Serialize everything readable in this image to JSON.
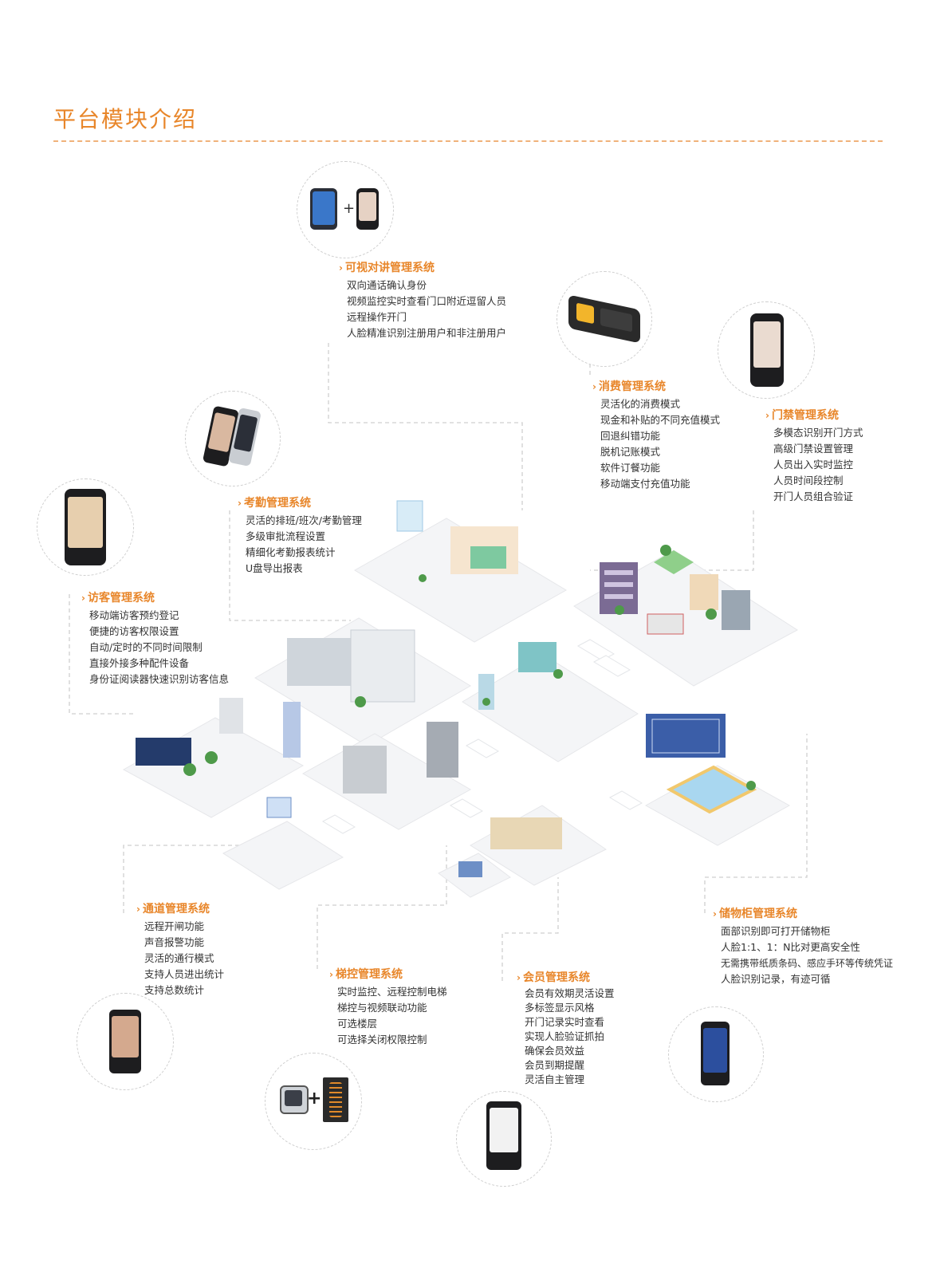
{
  "page": {
    "title": "平台模块介绍"
  },
  "colors": {
    "accent": "#e8862a",
    "text": "#333333",
    "dashed": "#cfcfcf",
    "platform": "#f3f4f6"
  },
  "modules": [
    {
      "id": "video-intercom",
      "title": "可视对讲管理系统",
      "items": [
        "双向通话确认身份",
        "视频监控实时查看门口附近逗留人员",
        "远程操作开门",
        "人脸精准识别注册用户和非注册用户"
      ]
    },
    {
      "id": "consumption",
      "title": "消费管理系统",
      "items": [
        "灵活化的消费模式",
        "现金和补贴的不同充值模式",
        "回退纠错功能",
        "脱机记账模式",
        "软件订餐功能",
        "移动端支付充值功能"
      ]
    },
    {
      "id": "access-control",
      "title": "门禁管理系统",
      "items": [
        "多模态识别开门方式",
        "高级门禁设置管理",
        "人员出入实时监控",
        "人员时间段控制",
        "开门人员组合验证"
      ]
    },
    {
      "id": "attendance",
      "title": "考勤管理系统",
      "items": [
        "灵活的排班/班次/考勤管理",
        "多级审批流程设置",
        "精细化考勤报表统计",
        "U盘导出报表"
      ]
    },
    {
      "id": "visitor",
      "title": "访客管理系统",
      "items": [
        "移动端访客预约登记",
        "便捷的访客权限设置",
        "自动/定时的不同时间限制",
        "直接外接多种配件设备",
        "身份证阅读器快速识别访客信息"
      ]
    },
    {
      "id": "channel",
      "title": "通道管理系统",
      "items": [
        "远程开闸功能",
        "声音报警功能",
        "灵活的通行模式",
        "支持人员进出统计",
        "支持总数统计"
      ]
    },
    {
      "id": "elevator",
      "title": "梯控管理系统",
      "items": [
        "实时监控、远程控制电梯",
        "梯控与视频联动功能",
        "可选楼层",
        "可选择关闭权限控制"
      ]
    },
    {
      "id": "member",
      "title": "会员管理系统",
      "items": [
        "会员有效期灵活设置",
        "多标签显示风格",
        "开门记录实时查看",
        "实现人脸验证抓拍",
        "确保会员效益",
        "会员到期提醒",
        "灵活自主管理"
      ]
    },
    {
      "id": "locker",
      "title": "储物柜管理系统",
      "items": [
        "面部识别即可打开储物柜",
        "人脸1:1、1：N比对更高安全性",
        "无需携带纸质条码、感应手环等传统凭证",
        "人脸识别记录，有迹可循"
      ]
    }
  ],
  "device_labels": {
    "plus": "+"
  }
}
